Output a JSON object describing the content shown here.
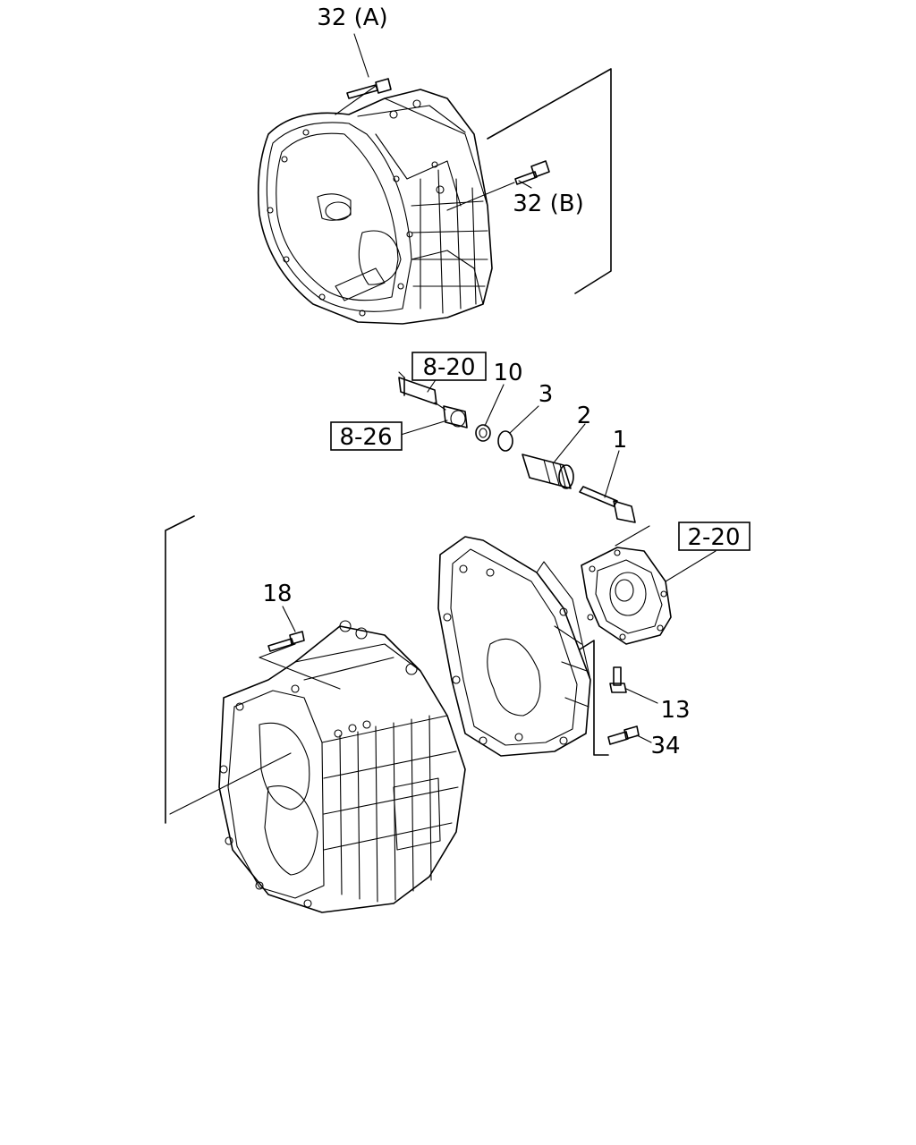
{
  "callouts": {
    "c32a": "32 (A)",
    "c32b": "32 (B)",
    "c10": "10",
    "c3": "3",
    "c2": "2",
    "c1": "1",
    "c18": "18",
    "c13": "13",
    "c34": "34"
  },
  "references": {
    "r820": "8-20",
    "r826": "8-26",
    "r220": "2-20"
  }
}
